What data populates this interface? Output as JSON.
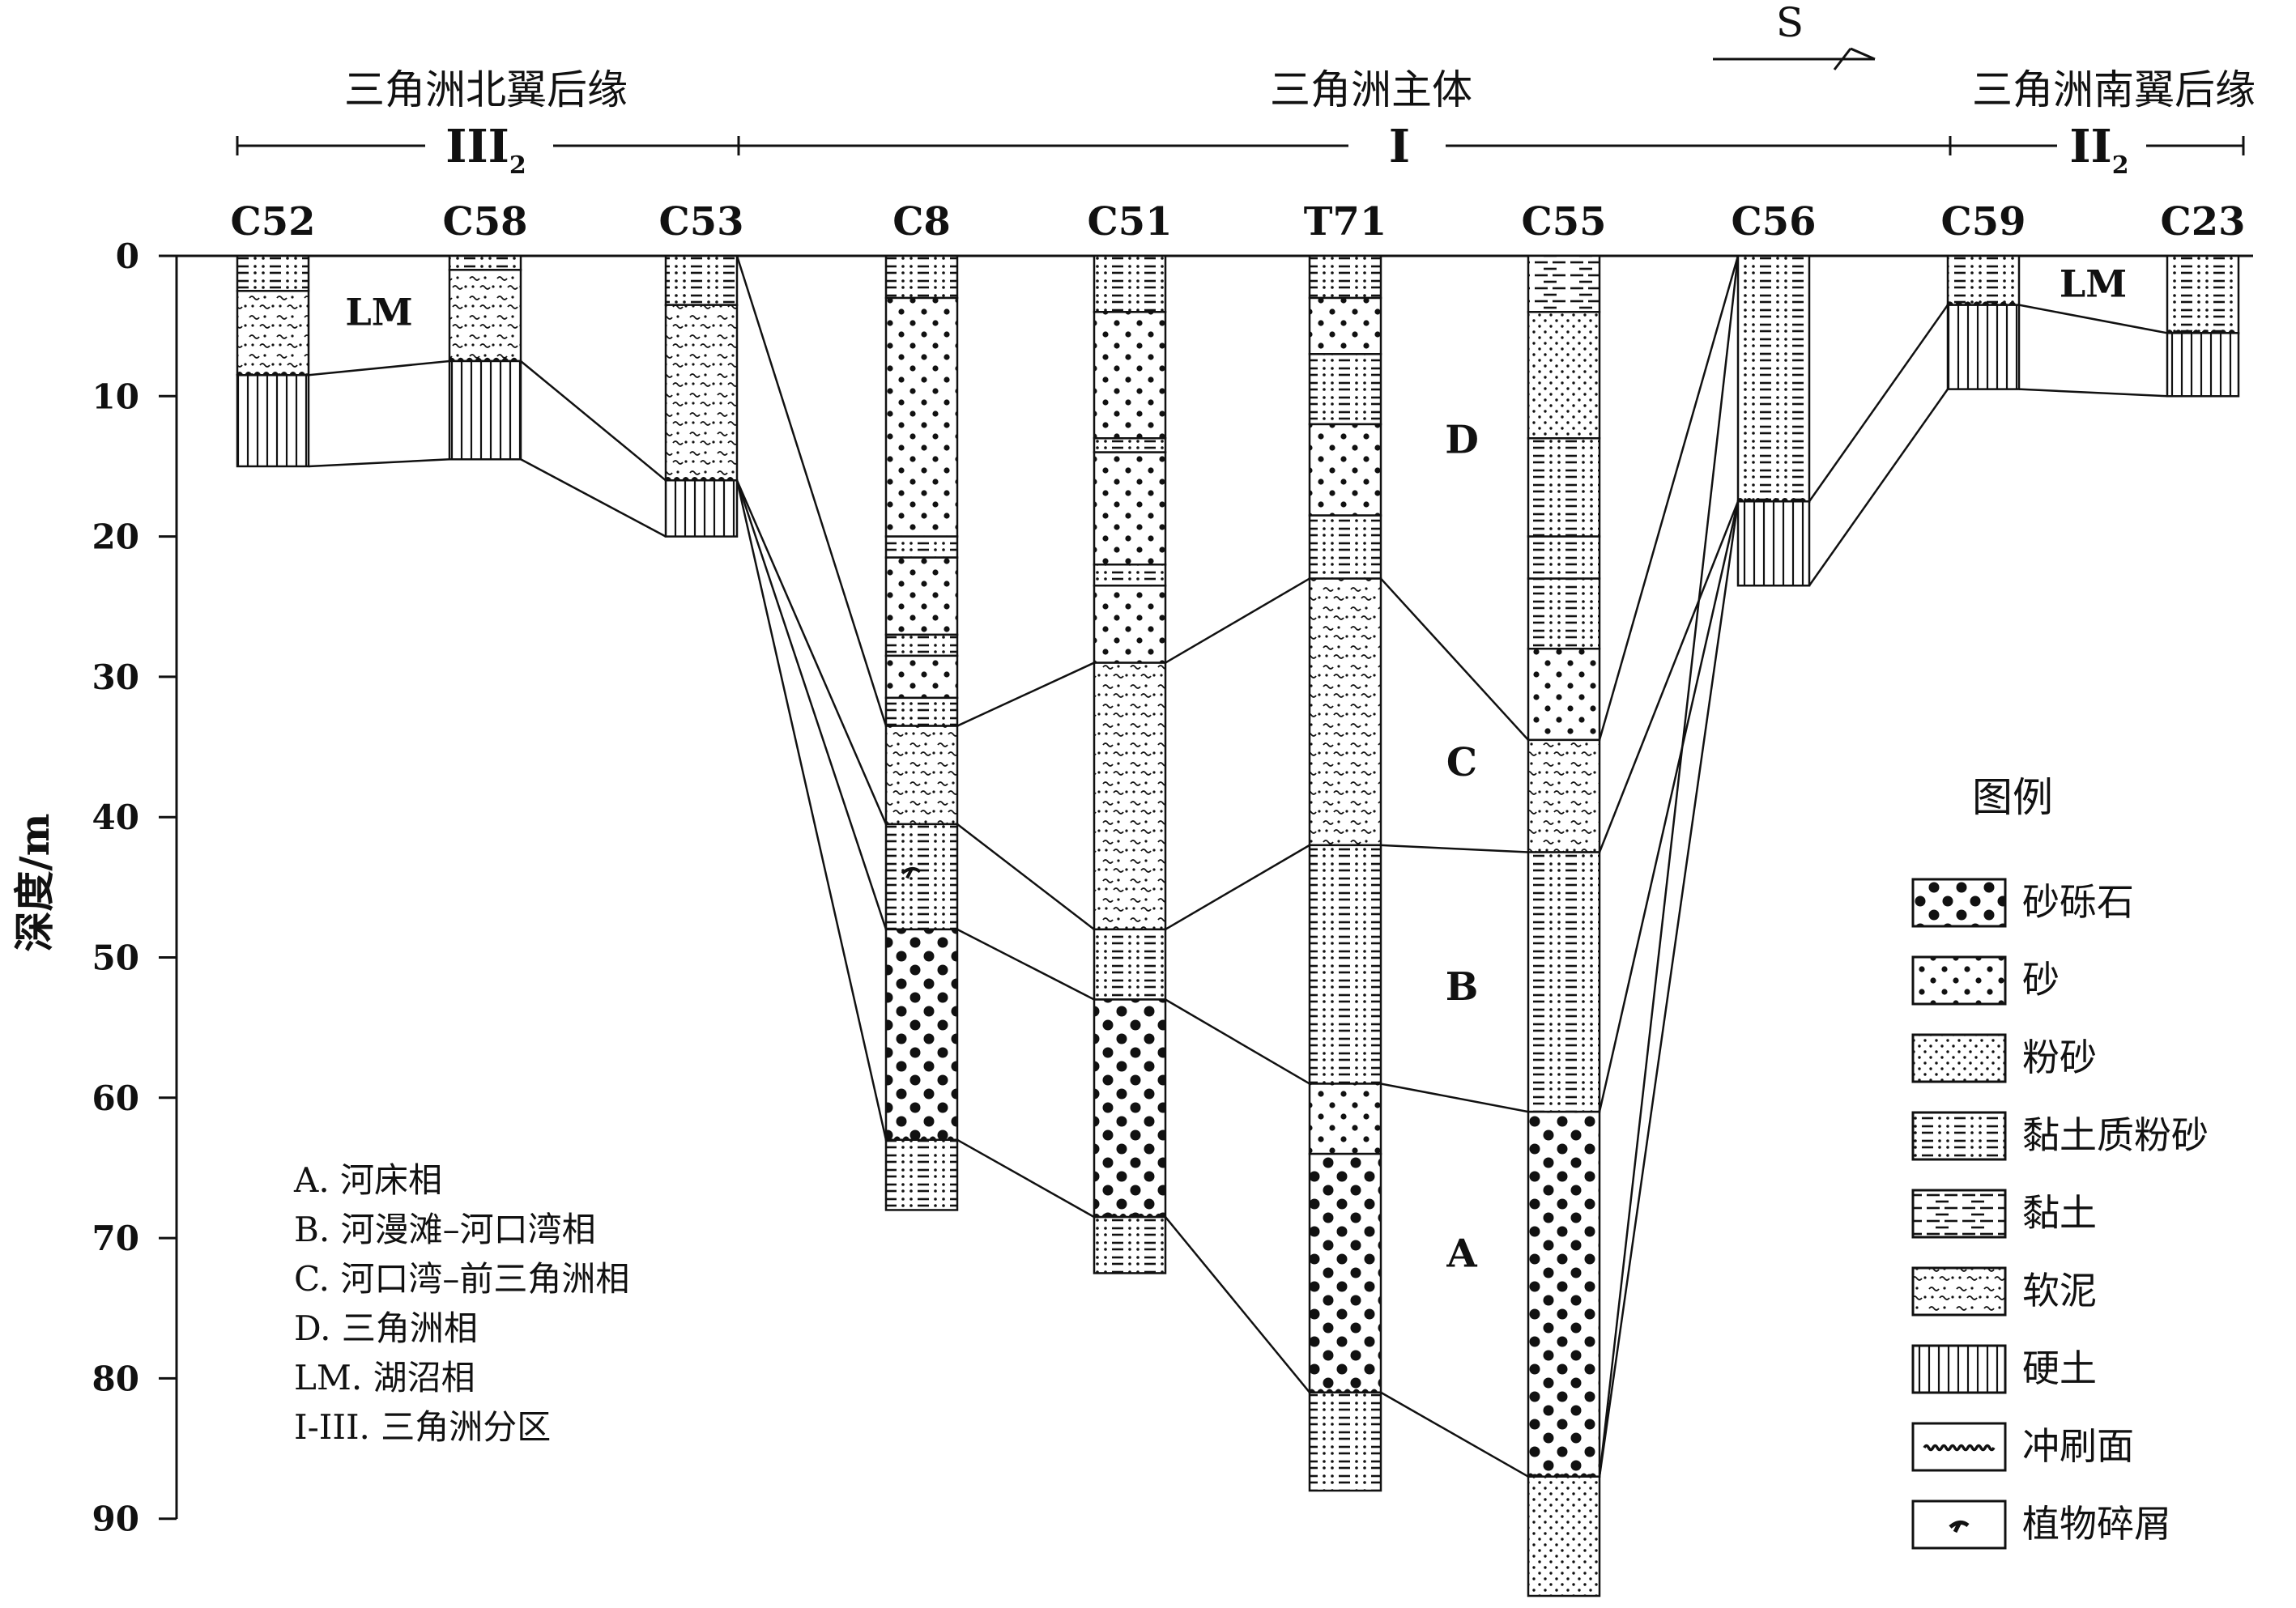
{
  "direction": {
    "label": "S"
  },
  "zones": [
    {
      "id": "north",
      "title": "三角洲北翼后缘",
      "code": "III",
      "sub": "2"
    },
    {
      "id": "main",
      "title": "三角洲主体",
      "code": "I",
      "sub": ""
    },
    {
      "id": "south",
      "title": "三角洲南翼后缘",
      "code": "II",
      "sub": "2"
    }
  ],
  "y_axis": {
    "label": "深度/m",
    "ticks": [
      "0",
      "10",
      "20",
      "30",
      "40",
      "50",
      "60",
      "70",
      "80",
      "90"
    ]
  },
  "units": [
    {
      "label": "D",
      "depth": 13
    },
    {
      "label": "C",
      "depth": 36
    },
    {
      "label": "B",
      "depth": 52
    },
    {
      "label": "A",
      "depth": 71
    }
  ],
  "lm_labels": [
    {
      "label": "LM",
      "depth": 4,
      "between": [
        "C52",
        "C58"
      ]
    },
    {
      "label": "LM",
      "depth": 2,
      "between": [
        "C59",
        "C23"
      ]
    }
  ],
  "boreholes": [
    {
      "name": "C52",
      "layers": [
        {
          "from": 0,
          "to": 2.5,
          "lith": "clayey-silt"
        },
        {
          "from": 2.5,
          "to": 8.5,
          "lith": "soft-mud",
          "scour_bottom": true
        },
        {
          "from": 8.5,
          "to": 15,
          "lith": "hard-soil"
        }
      ]
    },
    {
      "name": "C58",
      "layers": [
        {
          "from": 0,
          "to": 1,
          "lith": "clayey-silt"
        },
        {
          "from": 1,
          "to": 7.5,
          "lith": "soft-mud",
          "scour_bottom": true
        },
        {
          "from": 7.5,
          "to": 14.5,
          "lith": "hard-soil"
        }
      ]
    },
    {
      "name": "C53",
      "layers": [
        {
          "from": 0,
          "to": 3.5,
          "lith": "clayey-silt"
        },
        {
          "from": 3.5,
          "to": 16,
          "lith": "soft-mud",
          "scour_bottom": true
        },
        {
          "from": 16,
          "to": 20,
          "lith": "hard-soil"
        }
      ]
    },
    {
      "name": "C8",
      "layers": [
        {
          "from": 0,
          "to": 3,
          "lith": "clayey-silt"
        },
        {
          "from": 3,
          "to": 20,
          "lith": "sand"
        },
        {
          "from": 20,
          "to": 21.5,
          "lith": "clayey-silt"
        },
        {
          "from": 21.5,
          "to": 27,
          "lith": "sand"
        },
        {
          "from": 27,
          "to": 28.5,
          "lith": "clayey-silt"
        },
        {
          "from": 28.5,
          "to": 31.5,
          "lith": "sand"
        },
        {
          "from": 31.5,
          "to": 33.5,
          "lith": "clayey-silt"
        },
        {
          "from": 33.5,
          "to": 40.5,
          "lith": "soft-mud"
        },
        {
          "from": 40.5,
          "to": 48,
          "lith": "clayey-silt",
          "plant": 44
        },
        {
          "from": 48,
          "to": 63,
          "lith": "gravel",
          "scour_bottom": true
        },
        {
          "from": 63,
          "to": 68,
          "lith": "clayey-silt"
        }
      ]
    },
    {
      "name": "C51",
      "layers": [
        {
          "from": 0,
          "to": 4,
          "lith": "clayey-silt"
        },
        {
          "from": 4,
          "to": 13,
          "lith": "sand"
        },
        {
          "from": 13,
          "to": 14,
          "lith": "clayey-silt"
        },
        {
          "from": 14,
          "to": 22,
          "lith": "sand"
        },
        {
          "from": 22,
          "to": 23.5,
          "lith": "clayey-silt"
        },
        {
          "from": 23.5,
          "to": 29,
          "lith": "sand"
        },
        {
          "from": 29,
          "to": 48,
          "lith": "soft-mud"
        },
        {
          "from": 48,
          "to": 53,
          "lith": "clayey-silt"
        },
        {
          "from": 53,
          "to": 68.5,
          "lith": "gravel",
          "scour_bottom": true
        },
        {
          "from": 68.5,
          "to": 72.5,
          "lith": "clayey-silt"
        }
      ]
    },
    {
      "name": "T71",
      "layers": [
        {
          "from": 0,
          "to": 3,
          "lith": "clayey-silt"
        },
        {
          "from": 3,
          "to": 7,
          "lith": "sand"
        },
        {
          "from": 7,
          "to": 12,
          "lith": "clayey-silt"
        },
        {
          "from": 12,
          "to": 18.5,
          "lith": "sand"
        },
        {
          "from": 18.5,
          "to": 23,
          "lith": "clayey-silt"
        },
        {
          "from": 23,
          "to": 42,
          "lith": "soft-mud"
        },
        {
          "from": 42,
          "to": 59,
          "lith": "clayey-silt"
        },
        {
          "from": 59,
          "to": 64,
          "lith": "sand"
        },
        {
          "from": 64,
          "to": 81,
          "lith": "gravel",
          "scour_bottom": true
        },
        {
          "from": 81,
          "to": 88,
          "lith": "clayey-silt"
        }
      ]
    },
    {
      "name": "C55",
      "layers": [
        {
          "from": 0,
          "to": 4,
          "lith": "clay"
        },
        {
          "from": 4,
          "to": 13,
          "lith": "silt"
        },
        {
          "from": 13,
          "to": 20,
          "lith": "clayey-silt"
        },
        {
          "from": 20,
          "to": 23,
          "lith": "clayey-silt"
        },
        {
          "from": 23,
          "to": 28,
          "lith": "clayey-silt"
        },
        {
          "from": 28,
          "to": 34.5,
          "lith": "sand"
        },
        {
          "from": 34.5,
          "to": 42.5,
          "lith": "soft-mud"
        },
        {
          "from": 42.5,
          "to": 61,
          "lith": "clayey-silt"
        },
        {
          "from": 61,
          "to": 87,
          "lith": "gravel",
          "scour_bottom": true
        },
        {
          "from": 87,
          "to": 95.5,
          "lith": "silt"
        }
      ]
    },
    {
      "name": "C56",
      "layers": [
        {
          "from": 0,
          "to": 17.5,
          "lith": "clayey-silt",
          "scour_bottom": true
        },
        {
          "from": 17.5,
          "to": 23.5,
          "lith": "hard-soil"
        }
      ]
    },
    {
      "name": "C59",
      "layers": [
        {
          "from": 0,
          "to": 3.5,
          "lith": "clayey-silt",
          "scour_bottom": true
        },
        {
          "from": 3.5,
          "to": 9.5,
          "lith": "hard-soil"
        }
      ]
    },
    {
      "name": "C23",
      "layers": [
        {
          "from": 0,
          "to": 5.5,
          "lith": "clayey-silt",
          "scour_bottom": true
        },
        {
          "from": 5.5,
          "to": 10,
          "lith": "hard-soil"
        }
      ]
    }
  ],
  "correlations": [
    {
      "from": "C52",
      "fromDepth": 8.5,
      "to": "C58",
      "toDepth": 7.5
    },
    {
      "from": "C52",
      "fromDepth": 15,
      "to": "C58",
      "toDepth": 14.5
    },
    {
      "from": "C58",
      "fromDepth": 7.5,
      "to": "C53",
      "toDepth": 16
    },
    {
      "from": "C58",
      "fromDepth": 14.5,
      "to": "C53",
      "toDepth": 20
    },
    {
      "from": "C53",
      "fromDepth": 0,
      "to": "C8",
      "toDepth": 33.5
    },
    {
      "from": "C53",
      "fromDepth": 16,
      "to": "C8",
      "toDepth": 40.5
    },
    {
      "from": "C53",
      "fromDepth": 16,
      "to": "C8",
      "toDepth": 48
    },
    {
      "from": "C53",
      "fromDepth": 16,
      "to": "C8",
      "toDepth": 63
    },
    {
      "from": "C8",
      "fromDepth": 33.5,
      "to": "C51",
      "toDepth": 29
    },
    {
      "from": "C8",
      "fromDepth": 40.5,
      "to": "C51",
      "toDepth": 48
    },
    {
      "from": "C8",
      "fromDepth": 48,
      "to": "C51",
      "toDepth": 53
    },
    {
      "from": "C8",
      "fromDepth": 63,
      "to": "C51",
      "toDepth": 68.5
    },
    {
      "from": "C51",
      "fromDepth": 29,
      "to": "T71",
      "toDepth": 23
    },
    {
      "from": "C51",
      "fromDepth": 48,
      "to": "T71",
      "toDepth": 42
    },
    {
      "from": "C51",
      "fromDepth": 53,
      "to": "T71",
      "toDepth": 59
    },
    {
      "from": "C51",
      "fromDepth": 68.5,
      "to": "T71",
      "toDepth": 81
    },
    {
      "from": "T71",
      "fromDepth": 23,
      "to": "C55",
      "toDepth": 34.5
    },
    {
      "from": "T71",
      "fromDepth": 42,
      "to": "C55",
      "toDepth": 42.5
    },
    {
      "from": "T71",
      "fromDepth": 59,
      "to": "C55",
      "toDepth": 61
    },
    {
      "from": "T71",
      "fromDepth": 81,
      "to": "C55",
      "toDepth": 87
    },
    {
      "from": "C55",
      "fromDepth": 34.5,
      "to": "C56",
      "toDepth": 0
    },
    {
      "from": "C55",
      "fromDepth": 42.5,
      "to": "C56",
      "toDepth": 17.5
    },
    {
      "from": "C55",
      "fromDepth": 61,
      "to": "C56",
      "toDepth": 17.5
    },
    {
      "from": "C55",
      "fromDepth": 87,
      "to": "C56",
      "toDepth": 17.5
    },
    {
      "from": "C55",
      "fromDepth": 87,
      "to": "C56",
      "toDepth": 0
    },
    {
      "from": "C56",
      "fromDepth": 17.5,
      "to": "C59",
      "toDepth": 3.5
    },
    {
      "from": "C56",
      "fromDepth": 23.5,
      "to": "C59",
      "toDepth": 9.5
    },
    {
      "from": "C59",
      "fromDepth": 3.5,
      "to": "C23",
      "toDepth": 5.5
    },
    {
      "from": "C59",
      "fromDepth": 9.5,
      "to": "C23",
      "toDepth": 10
    }
  ],
  "notes": [
    "A. 河床相",
    "B. 河漫滩–河口湾相",
    "C. 河口湾–前三角洲相",
    "D. 三角洲相",
    "LM. 湖沼相",
    "I-III. 三角洲分区"
  ],
  "legend": {
    "title": "图例",
    "items": [
      {
        "key": "gravel",
        "label": "砂砾石",
        "icon": "gravel-pattern"
      },
      {
        "key": "sand",
        "label": "砂",
        "icon": "sand-pattern"
      },
      {
        "key": "silt",
        "label": "粉砂",
        "icon": "silt-pattern"
      },
      {
        "key": "clayey-silt",
        "label": "黏土质粉砂",
        "icon": "clayey-silt-pattern"
      },
      {
        "key": "clay",
        "label": "黏土",
        "icon": "clay-pattern"
      },
      {
        "key": "soft-mud",
        "label": "软泥",
        "icon": "soft-mud-pattern"
      },
      {
        "key": "hard-soil",
        "label": "硬土",
        "icon": "hard-soil-pattern"
      },
      {
        "key": "scour",
        "label": "冲刷面",
        "icon": "scour-line-icon"
      },
      {
        "key": "plant",
        "label": "植物碎屑",
        "icon": "plant-debris-icon"
      }
    ]
  }
}
